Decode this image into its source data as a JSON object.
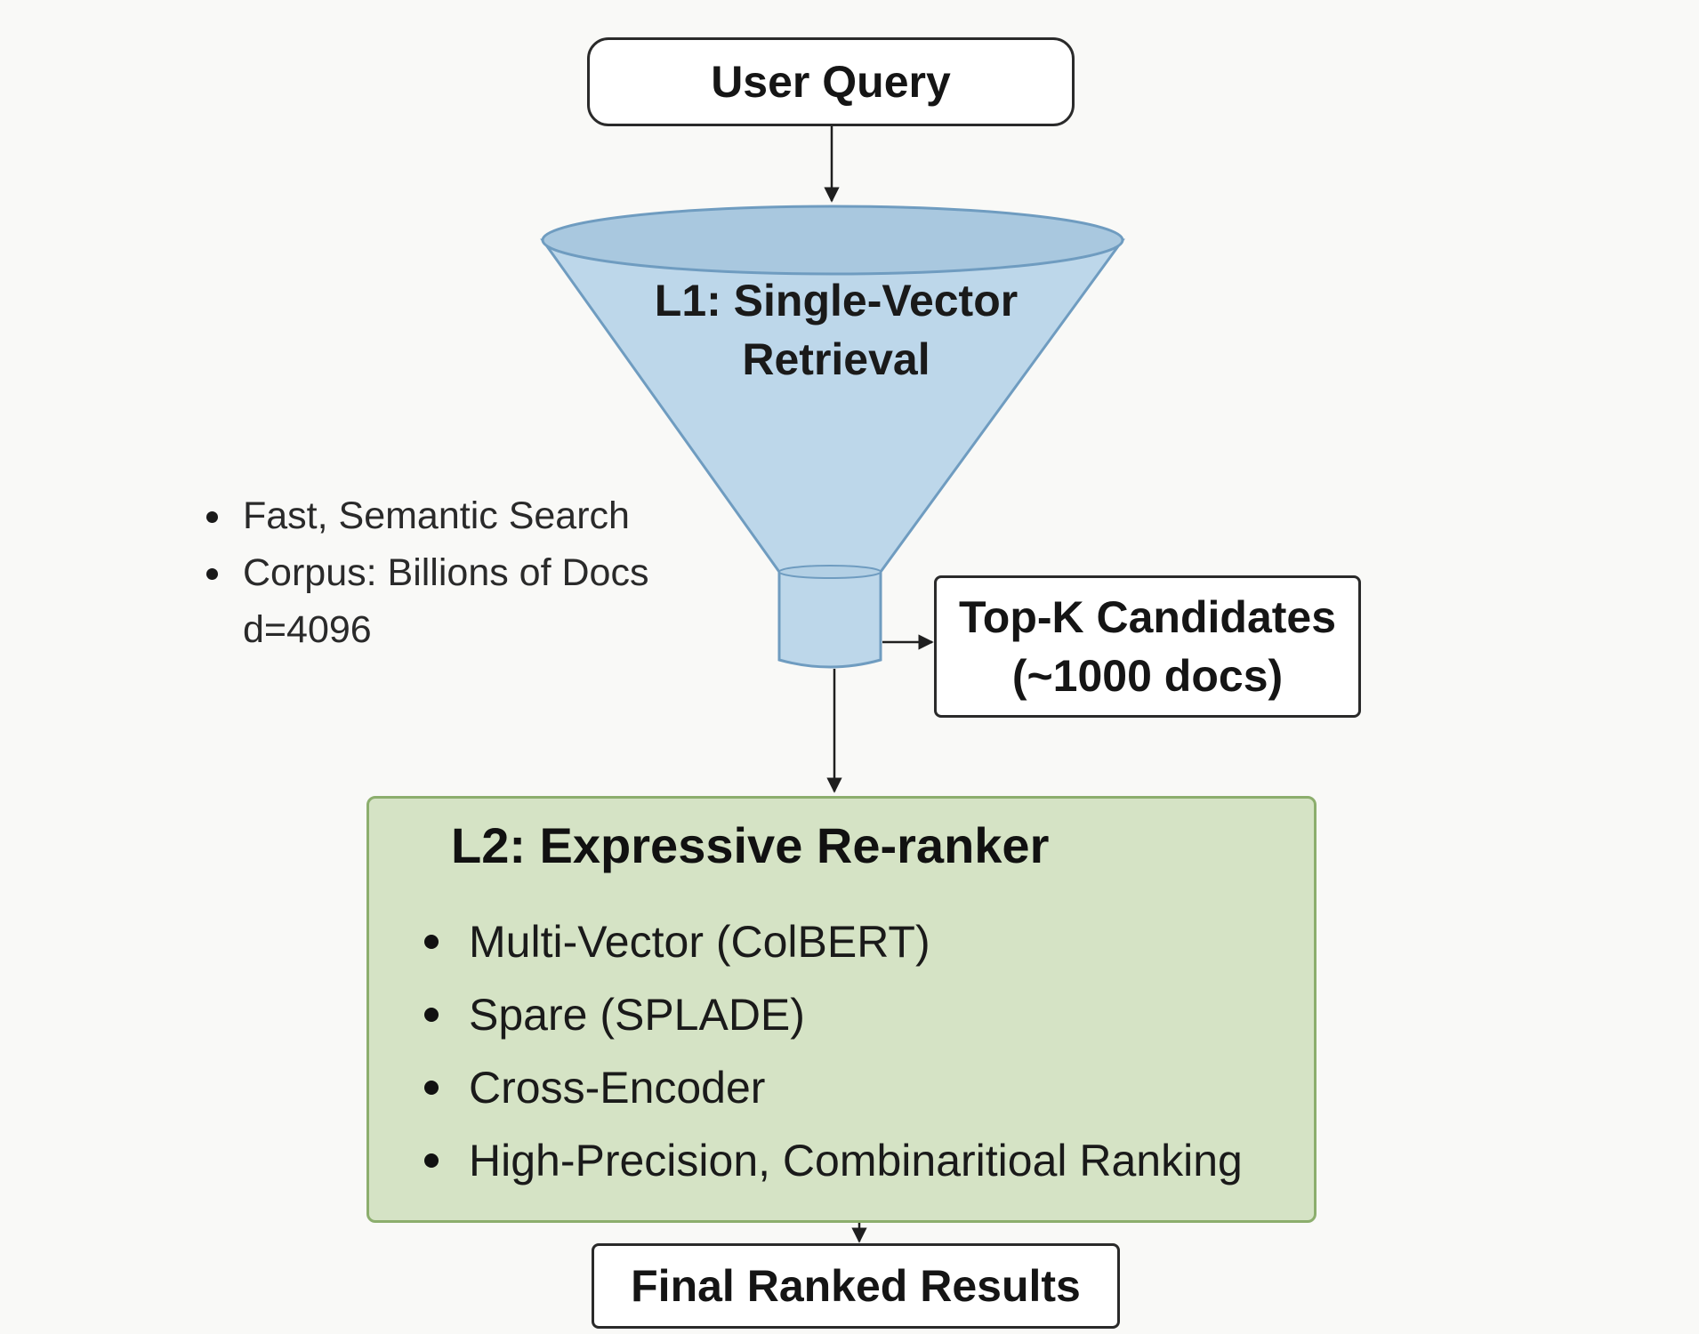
{
  "nodes": {
    "user_query": "User Query",
    "funnel": {
      "line1": "L1: Single-Vector",
      "line2": "Retrieval"
    },
    "side_notes": {
      "item1": "Fast, Semantic Search",
      "item2": "Corpus: Billions of Docs",
      "item2_cont": "d=4096"
    },
    "topk": {
      "line1": "Top-K Candidates",
      "line2": "(~1000 docs)"
    },
    "l2": {
      "title": "L2: Expressive Re-ranker",
      "items": [
        "Multi-Vector (ColBERT)",
        "Spare (SPLADE)",
        "Cross-Encoder",
        "High-Precision, Combinaritioal Ranking"
      ]
    },
    "final": "Final Ranked Results"
  },
  "colors": {
    "funnel_fill": "#bdd7ea",
    "funnel_stroke": "#6f9cc0",
    "l2_fill": "#d5e3c5",
    "l2_stroke": "#8cae6d",
    "line": "#1f1f1f"
  }
}
